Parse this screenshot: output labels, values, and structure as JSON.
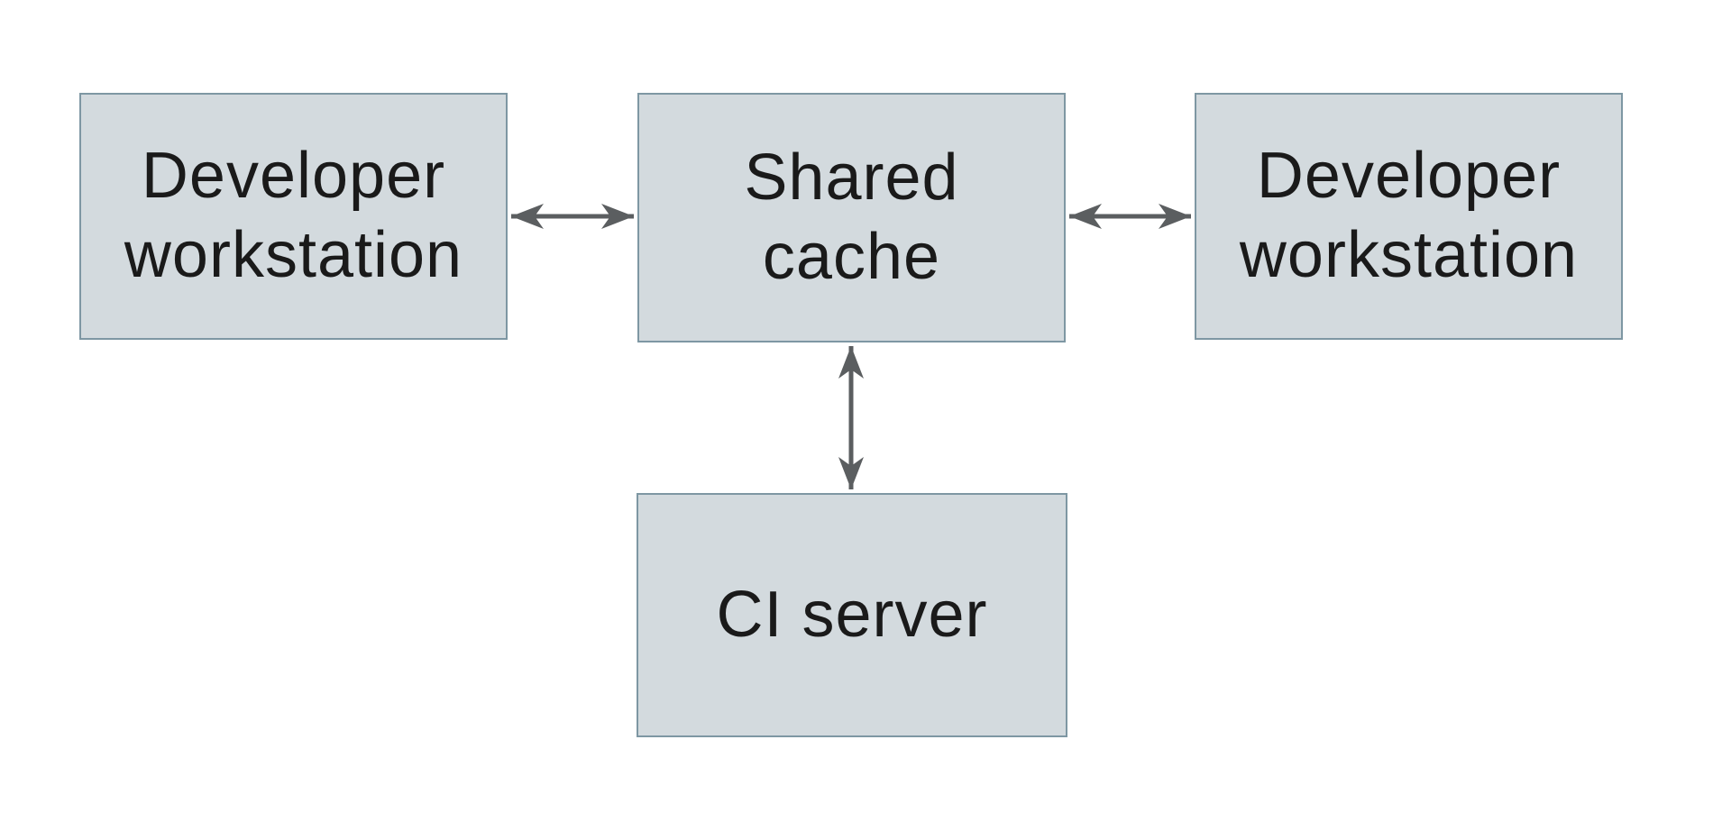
{
  "colors": {
    "page_bg": "#ffffff",
    "node_fill": "#d3dade",
    "node_border": "#7e97a3",
    "arrow": "#5b5e60",
    "text": "#1a1a1a"
  },
  "nodes": {
    "dev_left": {
      "label": "Developer\nworkstation"
    },
    "shared_cache": {
      "label": "Shared\ncache"
    },
    "dev_right": {
      "label": "Developer\nworkstation"
    },
    "ci_server": {
      "label": "CI server"
    }
  },
  "edges": [
    {
      "from": "dev_left",
      "to": "shared_cache",
      "direction": "bidirectional"
    },
    {
      "from": "shared_cache",
      "to": "dev_right",
      "direction": "bidirectional"
    },
    {
      "from": "shared_cache",
      "to": "ci_server",
      "direction": "bidirectional"
    }
  ]
}
